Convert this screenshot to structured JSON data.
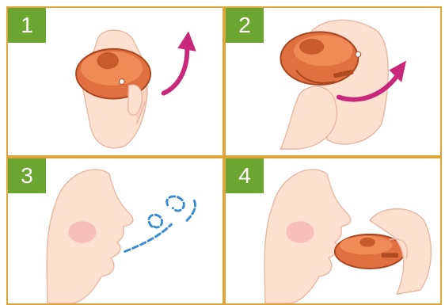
{
  "steps": [
    {
      "number": "1"
    },
    {
      "number": "2"
    },
    {
      "number": "3"
    },
    {
      "number": "4"
    }
  ],
  "colors": {
    "border": "#e0a53a",
    "badge": "#6aa630",
    "skin": "#fde0d0",
    "inhaler": "#e07040",
    "arrow": "#c8287a",
    "breath": "#3a8ad0"
  }
}
